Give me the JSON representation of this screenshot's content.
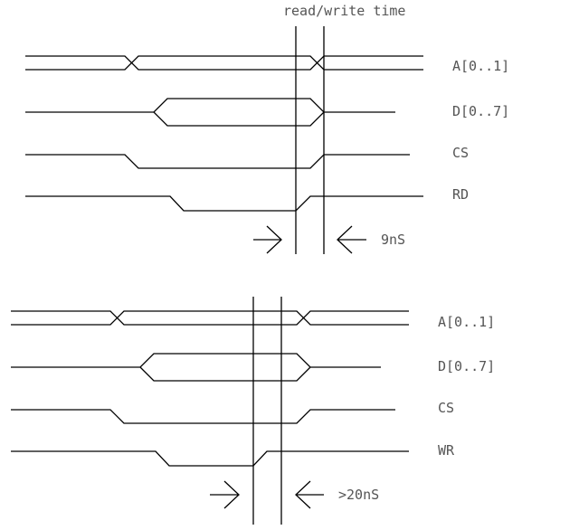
{
  "diagrams": [
    {
      "title": "read/write time",
      "signals": [
        "A[0..1]",
        "D[0..7]",
        "CS",
        "RD"
      ],
      "timing": "9nS"
    },
    {
      "signals": [
        "A[0..1]",
        "D[0..7]",
        "CS",
        "WR"
      ],
      "timing": ">20nS"
    }
  ]
}
